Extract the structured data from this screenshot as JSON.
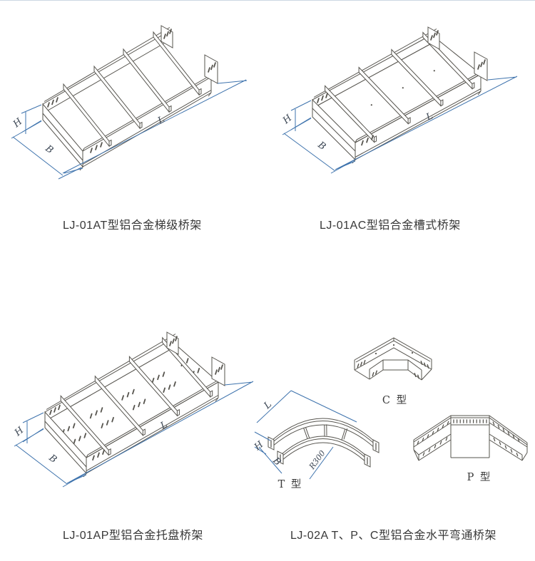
{
  "captions": {
    "fig1": "LJ-01AT型铝合金梯级桥架",
    "fig2": "LJ-01AC型铝合金槽式桥架",
    "fig3": "LJ-01AP型铝合金托盘桥架",
    "fig4": "LJ-02A T、P、C型铝合金水平弯通桥架"
  },
  "dim_labels": {
    "h": "H",
    "b": "B",
    "l": "L",
    "r": "R300"
  },
  "sub_labels": {
    "c": "C 型",
    "t": "T 型",
    "p": "P 型"
  },
  "colors": {
    "drawing_line": "#56544e",
    "dimension_line": "#3e73ad",
    "caption_text": "#383838",
    "top_border": "#ccd7e3"
  }
}
